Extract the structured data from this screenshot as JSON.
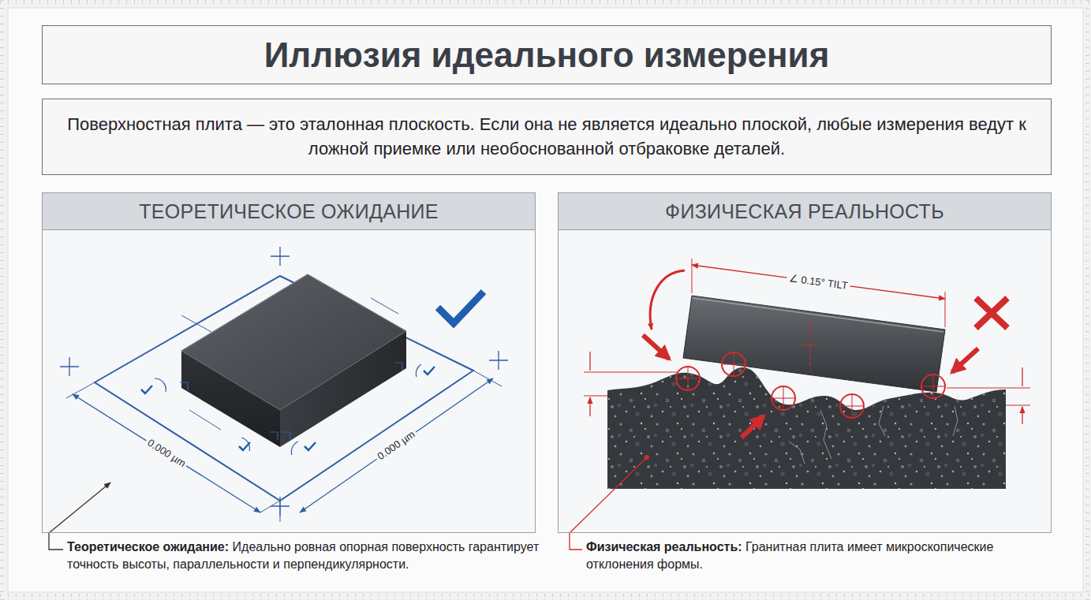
{
  "diagram": {
    "title": "Иллюзия идеального измерения",
    "nodes": [
      {
        "text": [
          "Поверхностная плита — это эталонная плоскость. Если она не является идеально плоской, любые измерения ведут к ложной приемке или необоснованной отбраковке деталей."
        ]
      },
      {
        "text": [
          "ТЕОРЕТИЧЕСКОЕ ОЖИДАНИЕ"
        ]
      },
      {
        "text": [
          "ФИЗИЧЕСКАЯ РЕАЛЬНОСТЬ"
        ]
      }
    ],
    "labels": [
      "0.000 µm",
      "0.000 µm",
      "∠ 0.15° TILT",
      "Теоретическое ожидание:",
      "Идеально ровная опорная поверхность гарантирует точность высоты, параллельности и перпендикулярности.",
      "Физическая реальность:",
      "Гранитная плита имеет микроскопические отклонения формы."
    ]
  }
}
